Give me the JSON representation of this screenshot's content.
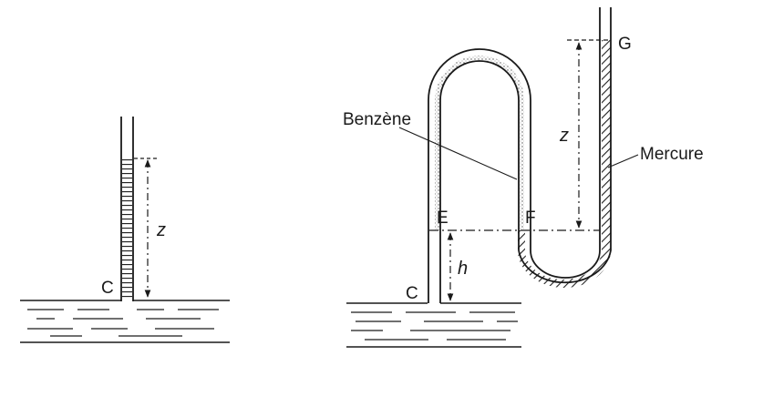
{
  "colors": {
    "ink": "#1a1a1a",
    "background": "#ffffff",
    "hatch": "#222222",
    "dots": "#555555"
  },
  "left_figure": {
    "point_label": "C",
    "height_label": "z"
  },
  "right_figure": {
    "point_c_label": "C",
    "point_e_label": "E",
    "point_f_label": "F",
    "point_g_label": "G",
    "height_h_label": "h",
    "height_z_label": "z",
    "liquid_light_label": "Benzène",
    "liquid_heavy_label": "Mercure"
  }
}
